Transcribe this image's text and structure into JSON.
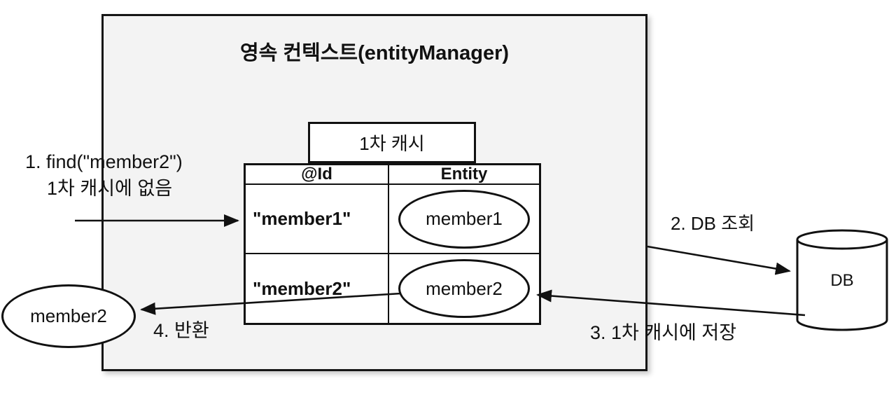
{
  "context": {
    "title": "영속 컨텍스트(entityManager)"
  },
  "cache": {
    "label": "1차 캐시"
  },
  "table": {
    "headers": [
      "@Id",
      "Entity"
    ],
    "rows": [
      {
        "id": "\"member1\"",
        "entity": "member1"
      },
      {
        "id": "\"member2\"",
        "entity": "member2"
      }
    ]
  },
  "annotations": {
    "step1_line1": "1. find(\"member2\")",
    "step1_line2": "1차 캐시에 없음",
    "step2": "2. DB 조회",
    "step3": "3. 1차 캐시에 저장",
    "step4": "4. 반환"
  },
  "db": {
    "label": "DB"
  },
  "result": {
    "label": "member2"
  },
  "colors": {
    "line": "#111111",
    "box_fill": "#f3f3f3",
    "cell_fill": "#ffffff"
  }
}
